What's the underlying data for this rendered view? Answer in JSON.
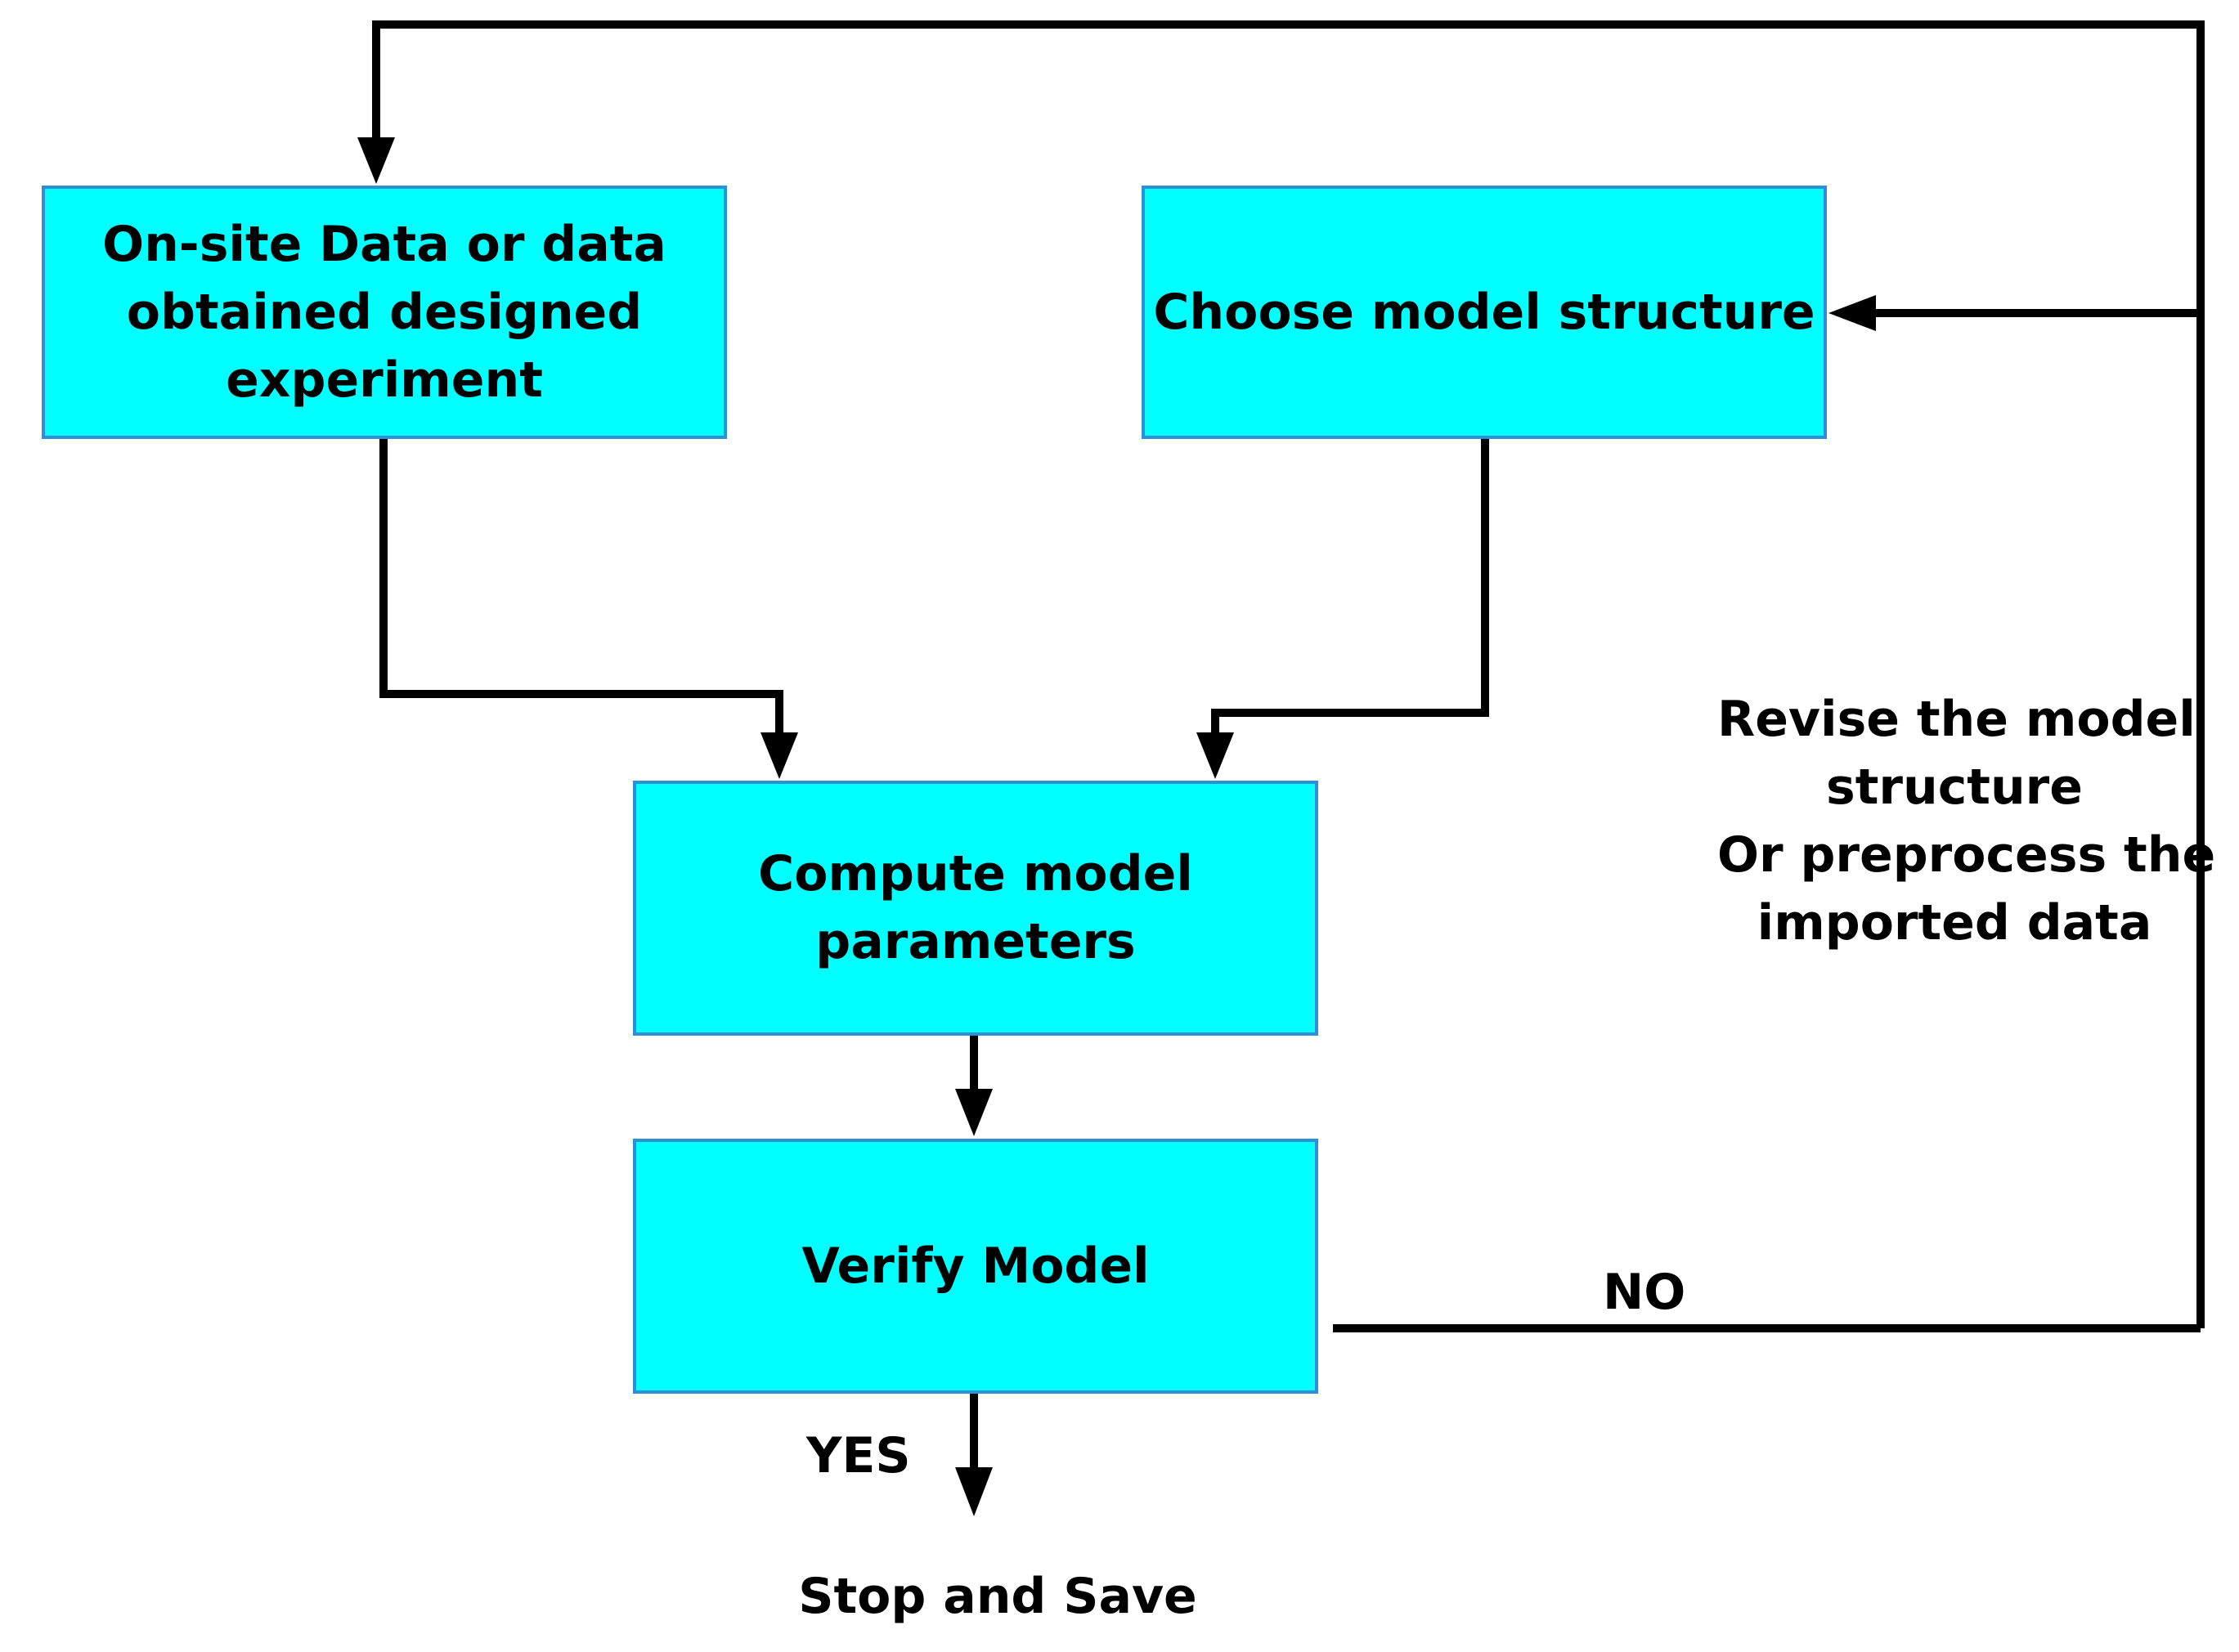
{
  "colors": {
    "box_fill": "#00ffff",
    "box_border": "#2e8fd6",
    "connector": "#000000"
  },
  "nodes": {
    "data": {
      "lines": [
        "On-site Data or data",
        "obtained designed",
        "experiment"
      ]
    },
    "structure": {
      "lines": [
        "Choose model structure"
      ]
    },
    "compute": {
      "lines": [
        "Compute model",
        "parameters"
      ]
    },
    "verify": {
      "lines": [
        "Verify Model"
      ]
    }
  },
  "labels": {
    "revise": [
      "Revise the model",
      "structure",
      "Or preprocess the",
      "imported data"
    ],
    "no": "NO",
    "yes": "YES",
    "stop": "Stop and Save"
  }
}
